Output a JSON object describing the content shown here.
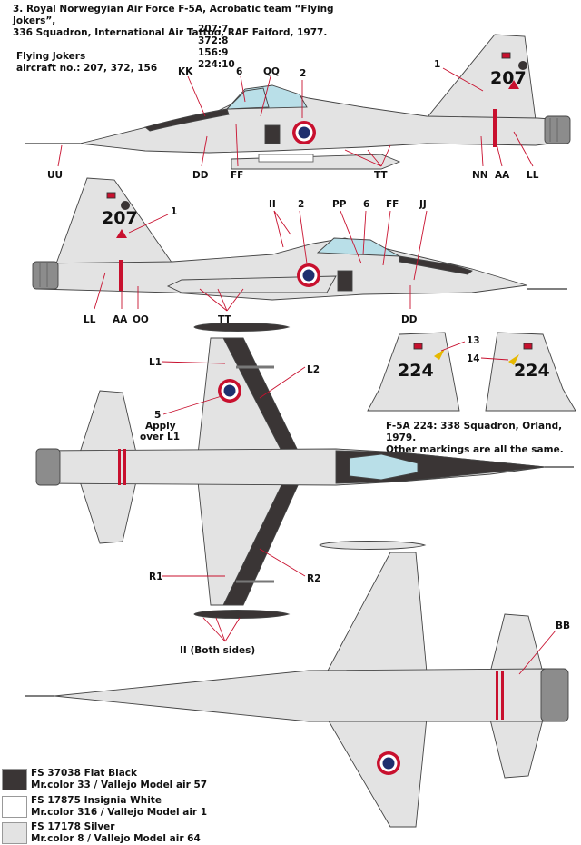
{
  "header": {
    "line1": "3. Royal Norwegyian Air Force F-5A, Acrobatic team “Flying Jokers”,",
    "line2": "336 Squadron, International Air Tattoo, RAF Faiford, 1977."
  },
  "jokers": {
    "title": "Flying Jokers",
    "aircraft": "aircraft no.: 207, 372, 156"
  },
  "code_list": [
    "207:7",
    "372:8",
    "156:9",
    "224:10"
  ],
  "tail_number": "207",
  "inset": {
    "number": "224",
    "caption1": "F-5A 224: 338 Squadron, Orland, 1979.",
    "caption2": "Other markings are all the same."
  },
  "callouts": {
    "KK": "KK",
    "six": "6",
    "QQ": "QQ",
    "two": "2",
    "one": "1",
    "UU": "UU",
    "DD": "DD",
    "FF": "FF",
    "TT": "TT",
    "NN": "NN",
    "AA": "AA",
    "LL": "LL",
    "II": "II",
    "PP": "PP",
    "JJ": "JJ",
    "OO": "OO",
    "c13": "13",
    "c14": "14",
    "L1": "L1",
    "L2": "L2",
    "R1": "R1",
    "R2": "R2",
    "five": "5",
    "apply1": "Apply",
    "apply2": "over L1",
    "II_both": "II (Both sides)",
    "BB": "BB"
  },
  "colors": {
    "flat_black": "#3a3535",
    "insignia_white": "#ffffff",
    "silver": "#e3e3e3",
    "roundel_blue": "#1f2f6e",
    "roundel_red": "#c8102e",
    "canopy": "#b9dfe8"
  },
  "legend": [
    {
      "fs": "FS 37038 Flat Black",
      "mr": "Mr.color 33 / Vallejo Model air 57",
      "color": "#3a3535"
    },
    {
      "fs": "FS 17875 Insignia White",
      "mr": "Mr.color 316 / Vallejo Model air 1",
      "color": "#ffffff"
    },
    {
      "fs": "FS 17178 Silver",
      "mr": "Mr.color 8 / Vallejo Model air 64",
      "color": "#e3e3e3"
    }
  ]
}
